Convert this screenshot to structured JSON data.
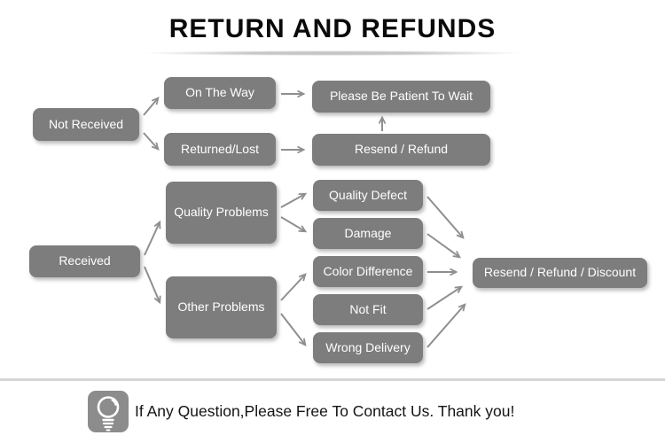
{
  "title": "RETURN AND REFUNDS",
  "flowchart": {
    "nodes": {
      "not_received": "Not Received",
      "on_the_way": "On The Way",
      "returned_lost": "Returned/Lost",
      "please_wait": "Please Be Patient To Wait",
      "resend_refund": "Resend / Refund",
      "received": "Received",
      "quality_problems": "Quality Problems",
      "other_problems": "Other Problems",
      "quality_defect": "Quality Defect",
      "damage": "Damage",
      "color_difference": "Color Difference",
      "not_fit": "Not Fit",
      "wrong_delivery": "Wrong Delivery",
      "resend_refund_discount": "Resend / Refund / Discount"
    },
    "edges": [
      {
        "from": "not_received",
        "to": "on_the_way"
      },
      {
        "from": "not_received",
        "to": "returned_lost"
      },
      {
        "from": "on_the_way",
        "to": "please_wait"
      },
      {
        "from": "returned_lost",
        "to": "resend_refund"
      },
      {
        "from": "resend_refund",
        "to": "please_wait"
      },
      {
        "from": "received",
        "to": "quality_problems"
      },
      {
        "from": "received",
        "to": "other_problems"
      },
      {
        "from": "quality_problems",
        "to": "quality_defect"
      },
      {
        "from": "quality_problems",
        "to": "damage"
      },
      {
        "from": "other_problems",
        "to": "color_difference"
      },
      {
        "from": "other_problems",
        "to": "wrong_delivery"
      },
      {
        "from": "quality_defect",
        "to": "resend_refund_discount"
      },
      {
        "from": "damage",
        "to": "resend_refund_discount"
      },
      {
        "from": "color_difference",
        "to": "resend_refund_discount"
      },
      {
        "from": "not_fit",
        "to": "resend_refund_discount"
      },
      {
        "from": "wrong_delivery",
        "to": "resend_refund_discount"
      }
    ]
  },
  "footer": {
    "icon": "lightbulb-icon",
    "message": "If Any Question,Please Free To Contact Us. Thank you!"
  },
  "colors": {
    "background": "#ffffff",
    "node_bg": "#7d7d7d",
    "node_text": "#ffffff",
    "arrow": "#8f8f8f",
    "title_text": "#0a0a0a",
    "divider": "#d6d6d6",
    "icon_bg": "#8c8c8c"
  }
}
